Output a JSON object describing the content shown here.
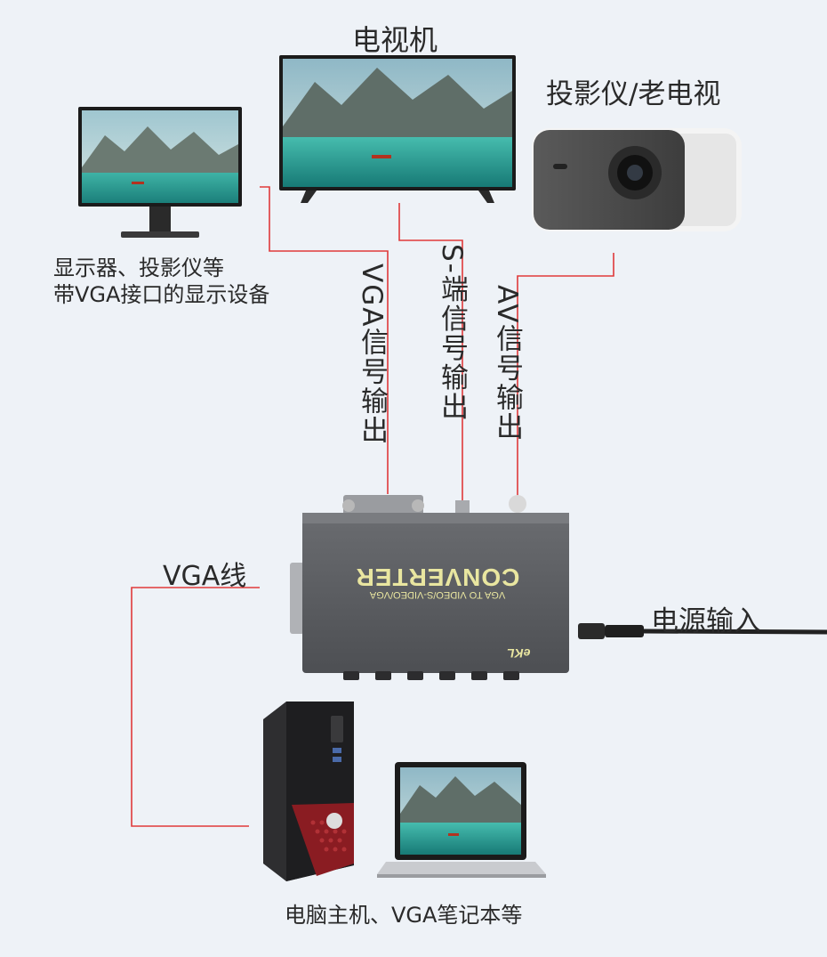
{
  "labels": {
    "tv": "电视机",
    "projector": "投影仪/老电视",
    "monitor_line1": "显示器、投影仪等",
    "monitor_line2": "带VGA接口的显示设备",
    "vga_out": "VGA信号输出",
    "s_video_out": "S-端信号输出",
    "av_out": "AV信号输出",
    "vga_cable": "VGA线",
    "power_in": "电源输入",
    "bottom": "电脑主机、VGA笔记本等"
  },
  "device": {
    "name": "CONVERTER",
    "subtitle": "VGA TO VIDEO/S-VIDEO/VGA",
    "brand": "eKL"
  },
  "colors": {
    "wire": "#e03a3a",
    "background": "#eef2f7",
    "device_text": "#e9e6a0"
  }
}
